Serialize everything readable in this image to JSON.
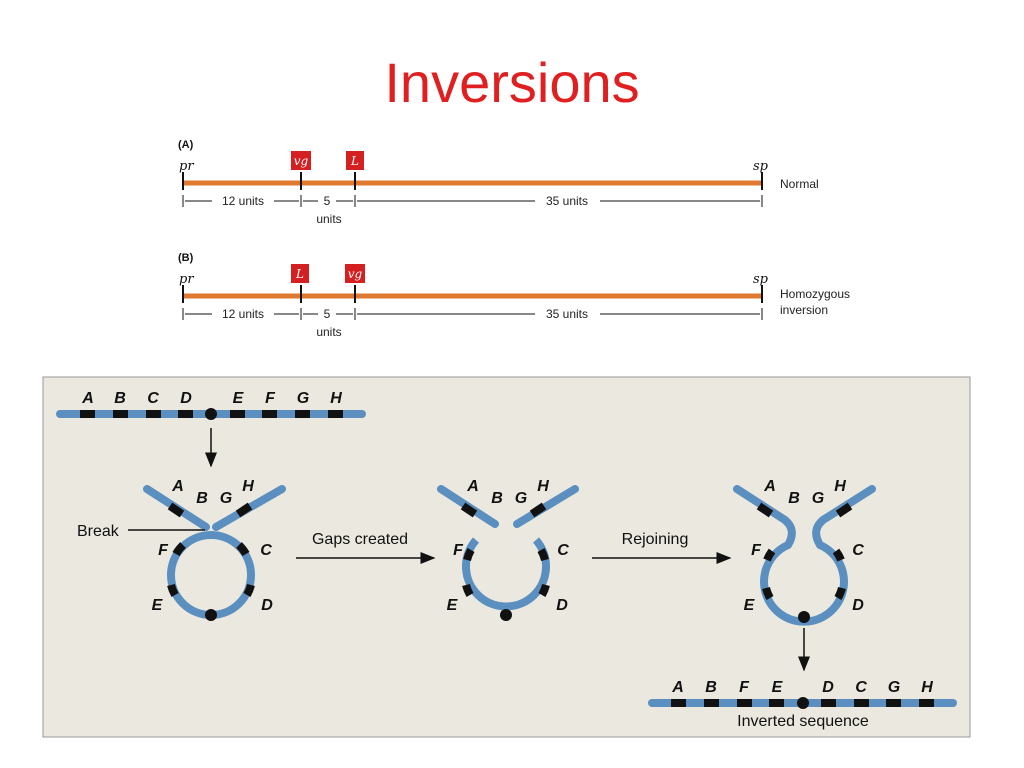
{
  "title": "Inversions",
  "panel_a": {
    "label": "(A)",
    "left_gene": "pr",
    "right_gene": "sp",
    "box1": "vg",
    "box2": "L",
    "state": "Normal",
    "dist1": "12 units",
    "dist2": "5",
    "dist2_unit": "units",
    "dist3": "35 units"
  },
  "panel_b": {
    "label": "(B)",
    "left_gene": "pr",
    "right_gene": "sp",
    "box1": "L",
    "box2": "vg",
    "state_line1": "Homozygous",
    "state_line2": "inversion",
    "dist1": "12 units",
    "dist2": "5",
    "dist2_unit": "units",
    "dist3": "35 units"
  },
  "diagram": {
    "top_letters": [
      "A",
      "B",
      "C",
      "D",
      "E",
      "F",
      "G",
      "H"
    ],
    "loop_letters": [
      "A",
      "B",
      "G",
      "H",
      "F",
      "C",
      "E",
      "D"
    ],
    "break_label": "Break",
    "arrow1_label": "Gaps created",
    "arrow2_label": "Rejoining",
    "bottom_letters": [
      "A",
      "B",
      "F",
      "E",
      "D",
      "C",
      "G",
      "H"
    ],
    "bottom_label": "Inverted sequence"
  },
  "colors": {
    "title": "#e02020",
    "orange_line": "#e07a30",
    "red_box": "#d42020",
    "chromosome_blue": "#5a8fbf",
    "panel_bg": "#ebe8df"
  }
}
